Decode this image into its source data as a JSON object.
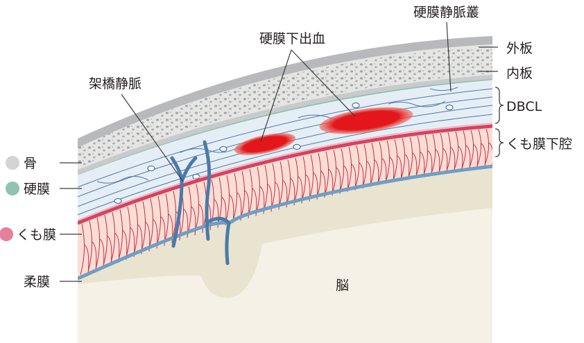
{
  "diagram": {
    "labels": {
      "bridging_vein": "架橋静脈",
      "subdural_hemorrhage": "硬膜下出血",
      "dural_venous_plexus": "硬膜静脈叢",
      "outer_table": "外板",
      "inner_table": "内板",
      "dbcl": "DBCL",
      "subarachnoid_space": "くも膜下腔",
      "brain": "脳"
    },
    "legend": [
      {
        "label": "骨",
        "color": "#d4d4d4"
      },
      {
        "label": "硬膜",
        "color": "#8fc2b0"
      },
      {
        "label": "くも膜",
        "color": "#e5809c"
      },
      {
        "label": "柔膜",
        "color": ""
      }
    ],
    "colors": {
      "bone_surface": "#b7b9bb",
      "bone": "#e5e5e4",
      "dura": "#8fc2b0",
      "dbcl": "#e6eef5",
      "arachnoid": "#d9415f",
      "subarachnoid": "#fbded3",
      "pia": "#6e9ec6",
      "brain": "#f5f1e6",
      "hemorrhage": "#e2161b",
      "vein": "#4a7aa8"
    }
  }
}
